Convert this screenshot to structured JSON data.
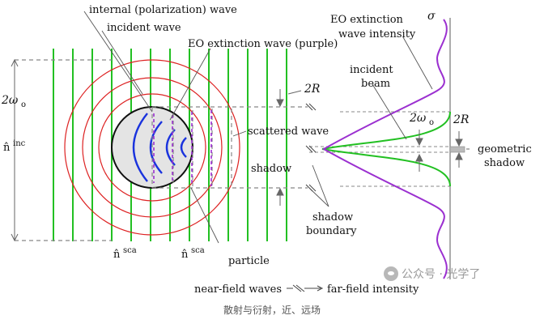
{
  "labels": {
    "internal_wave": "internal (polarization) wave",
    "incident_wave": "incident wave",
    "eo_extinction_wave": "EO extinction wave (purple)",
    "eo_intensity_line1": "EO extinction",
    "eo_intensity_line2": "wave intensity",
    "sigma": "σ",
    "two_r_top": "2R",
    "incident_beam_line1": "incident",
    "incident_beam_line2": "beam",
    "two_omega_right": "2ω",
    "two_omega_right_sub": "o",
    "two_r_right": "2R",
    "geometric_shadow_line1": "geometric",
    "geometric_shadow_line2": "shadow",
    "scattered_wave": "scattered wave",
    "shadow": "shadow",
    "shadow_boundary_line1": "shadow",
    "shadow_boundary_line2": "boundary",
    "two_omega_left": "2ω",
    "two_omega_left_sub": "o",
    "n_inc": "n̂",
    "n_inc_sup": "inc",
    "n_sca_1": "n̂",
    "n_sca_1_sup": "sca",
    "n_sca_2": "n̂",
    "n_sca_2_sup": "sca",
    "particle": "particle",
    "near_field": "near-field waves",
    "far_field": "far-field intensity"
  },
  "caption": "散射与衍射，近、远场",
  "watermark": "公众号 · 光学了",
  "colors": {
    "incident_wave": "#22c022",
    "scattered_wave": "#dd2222",
    "internal_wave": "#1a33dd",
    "eo_extinction": "#9b30d0",
    "particle_fill": "#e4e4e4",
    "dash": "#888888"
  },
  "icons": [
    "wechat-icon"
  ]
}
